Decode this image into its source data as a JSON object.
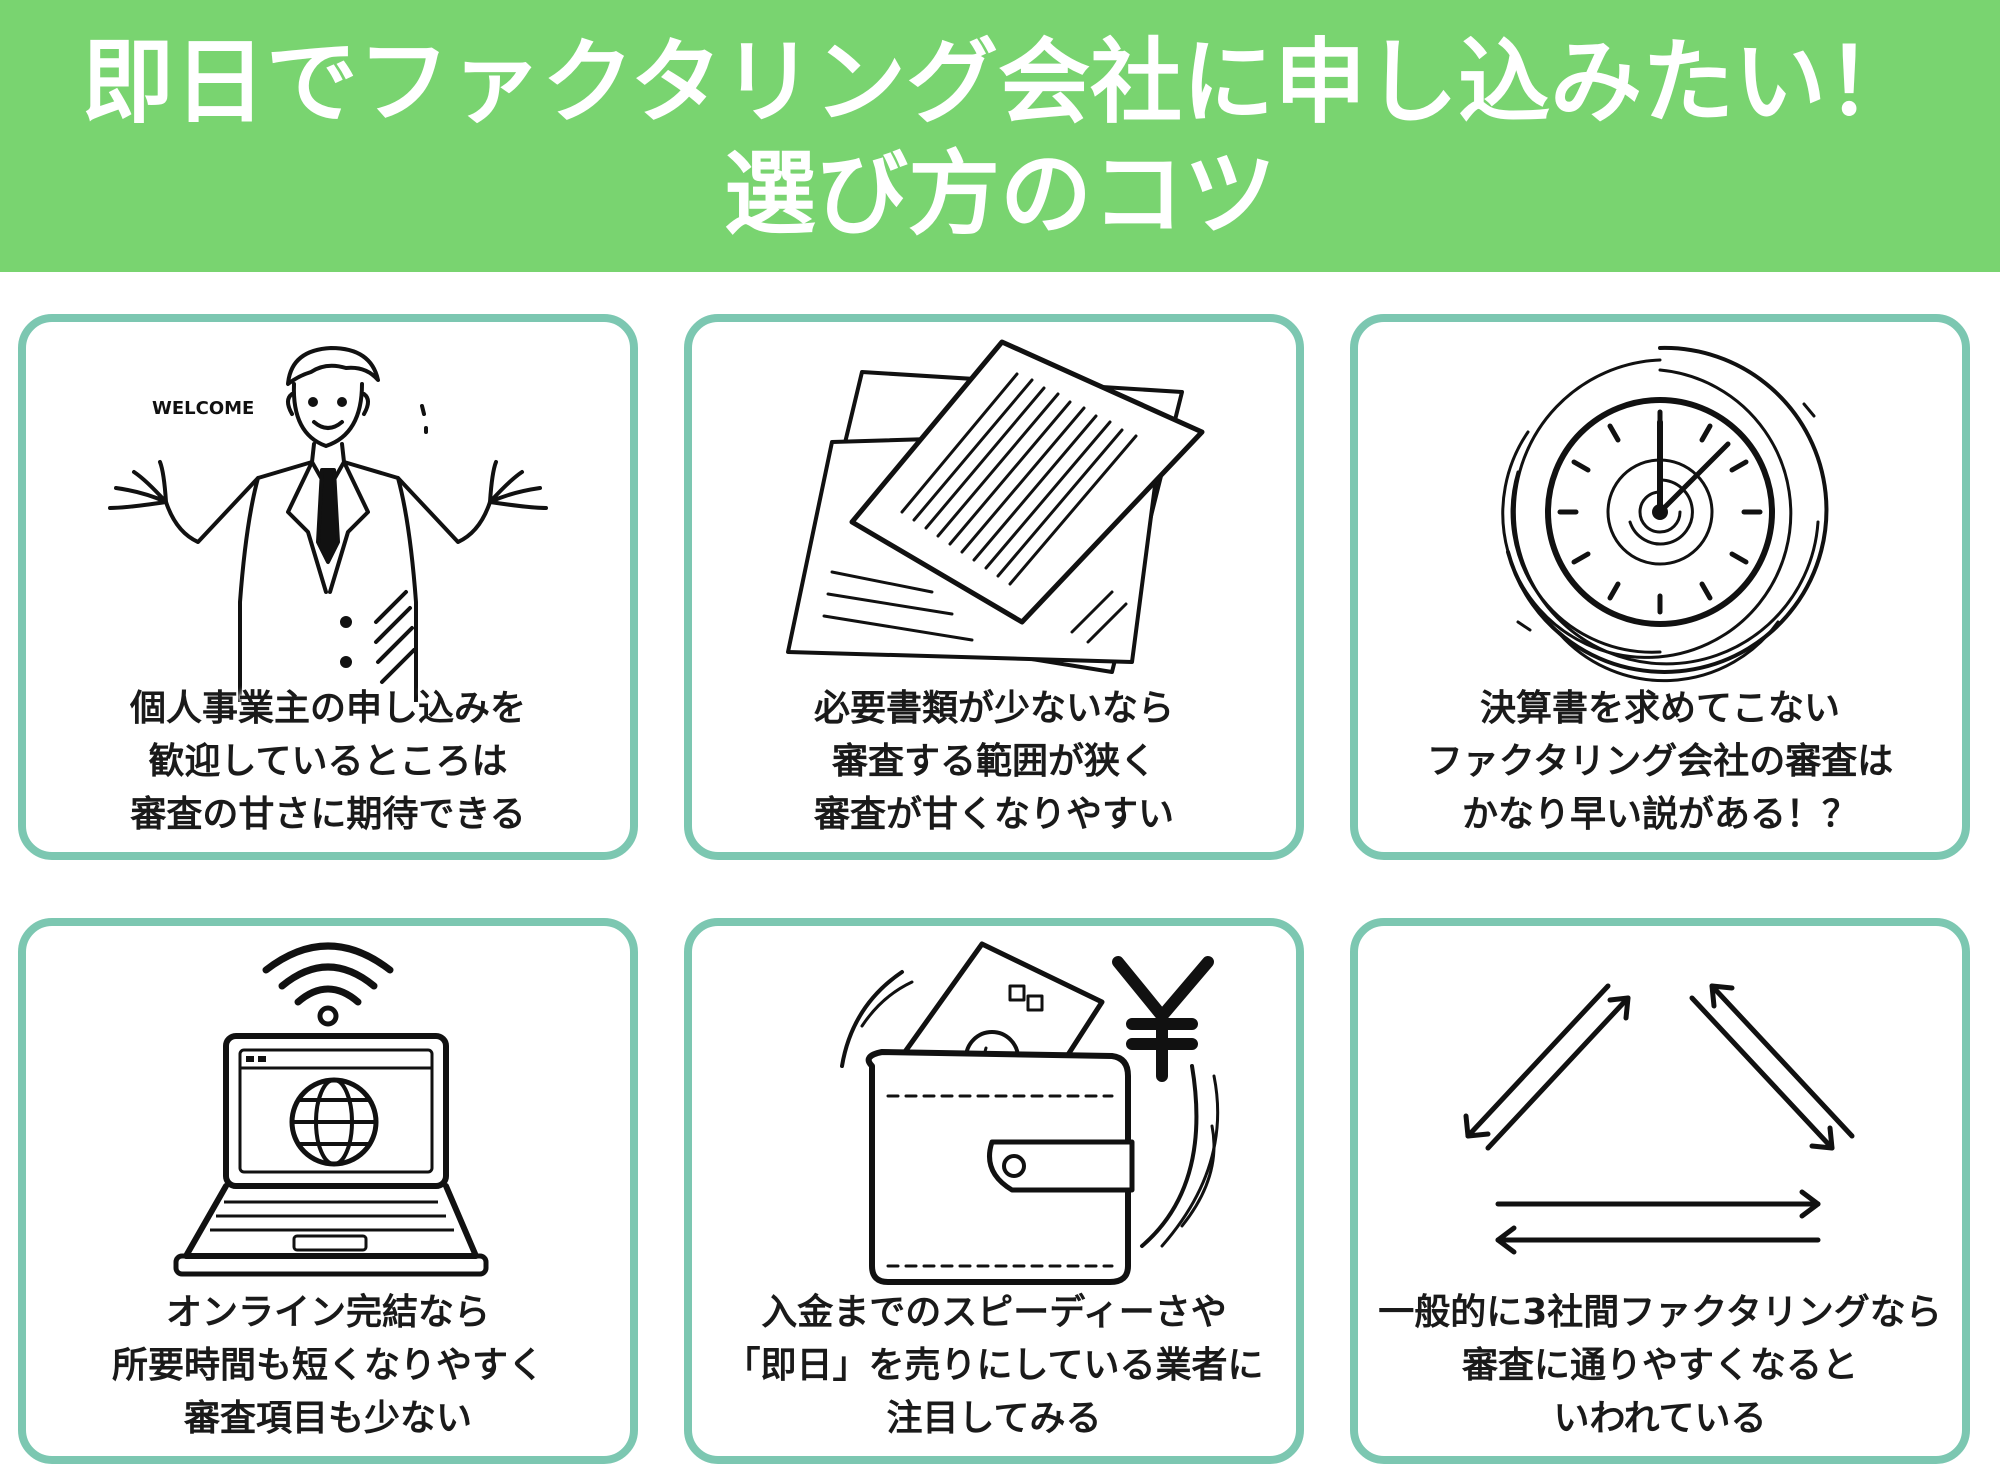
{
  "header": {
    "title_line1": "即日でファクタリング会社に申し込みたい！",
    "title_line2": "選び方のコツ",
    "background_color": "#79d470"
  },
  "card_border_color": "#7cc7b1",
  "cards": [
    {
      "icon": "businessman-welcome-icon",
      "welcome_text": "WELCOME",
      "lines": [
        "個人事業主の申し込みを",
        "歓迎しているところは",
        "審査の甘さに期待できる"
      ]
    },
    {
      "icon": "documents-icon",
      "lines": [
        "必要書類が少ないなら",
        "審査する範囲が狭く",
        "審査が甘くなりやすい"
      ]
    },
    {
      "icon": "clock-icon",
      "lines": [
        "決算書を求めてこない",
        "ファクタリング会社の審査は",
        "かなり早い説がある！？"
      ]
    },
    {
      "icon": "laptop-wifi-icon",
      "lines": [
        "オンライン完結なら",
        "所要時間も短くなりやすく",
        "審査項目も少ない"
      ]
    },
    {
      "icon": "wallet-yen-icon",
      "lines": [
        "入金までのスピーディーさや",
        "「即日」を売りにしている業者に",
        "注目してみる"
      ]
    },
    {
      "icon": "three-party-arrows-icon",
      "lines": [
        "一般的に3社間ファクタリングなら",
        "審査に通りやすくなると",
        "いわれている"
      ]
    }
  ]
}
